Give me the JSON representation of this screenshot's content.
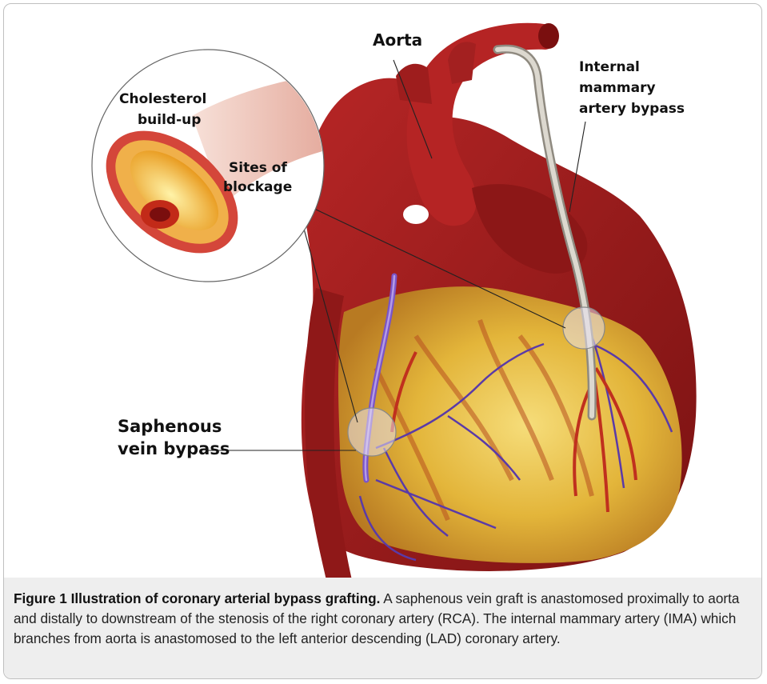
{
  "labels": {
    "aorta": "Aorta",
    "ima_line1": "Internal",
    "ima_line2": "mammary",
    "ima_line3": "artery bypass",
    "chol_line1": "Cholesterol",
    "chol_line2": "build-up",
    "sites_line1": "Sites of",
    "sites_line2": "blockage",
    "saph_line1": "Saphenous",
    "saph_line2": "vein bypass"
  },
  "caption": {
    "title": "Figure 1 Illustration of coronary arterial bypass grafting.",
    "text": "A saphenous vein graft is anastomosed proximally to aorta and distally to downstream of the stenosis of the right coronary artery (RCA). The internal mammary artery (IMA) which branches from aorta is anastomosed to the left anterior descending (LAD) coronary artery."
  },
  "colors": {
    "heart_red": "#a41c1c",
    "heart_dark": "#6e0f0f",
    "fat_yellow": "#e9bf3c",
    "vein_purple": "#6a4ab0",
    "graft_gray": "#c8c6bf",
    "caption_bg": "#eeeeee"
  }
}
